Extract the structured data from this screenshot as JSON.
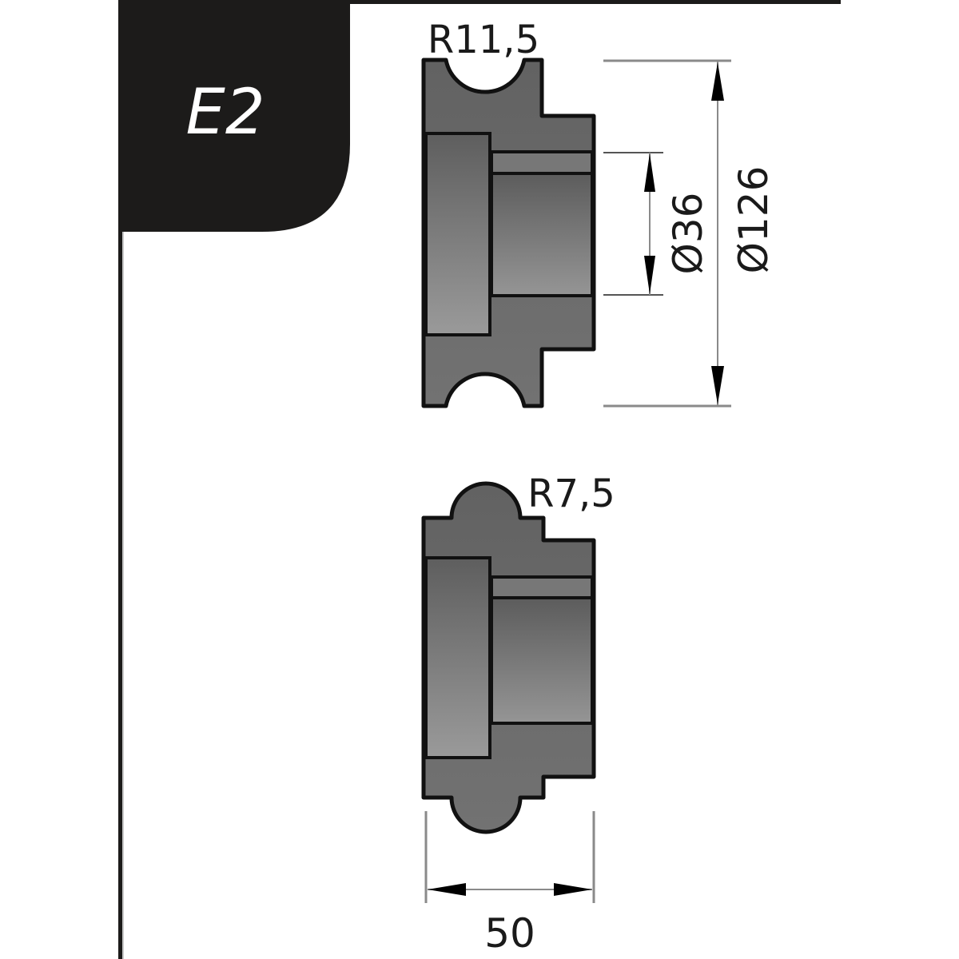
{
  "badge": {
    "label": "E2",
    "background": "#1c1b1a",
    "text_color": "#ffffff"
  },
  "frame": {
    "line_color": "#1c1b1a"
  },
  "upper_roller": {
    "groove_label": "R11,5",
    "inner_diameter_label": "Ø36",
    "outer_diameter_label": "Ø126"
  },
  "lower_roller": {
    "bead_label": "R7,5",
    "width_label": "50"
  },
  "colors": {
    "body_fill": "#6b6b6b",
    "insert_fill": "#7a7a7a",
    "outline": "#111111",
    "dimension_line": "#8a8a8a",
    "arrow": "#000000"
  }
}
